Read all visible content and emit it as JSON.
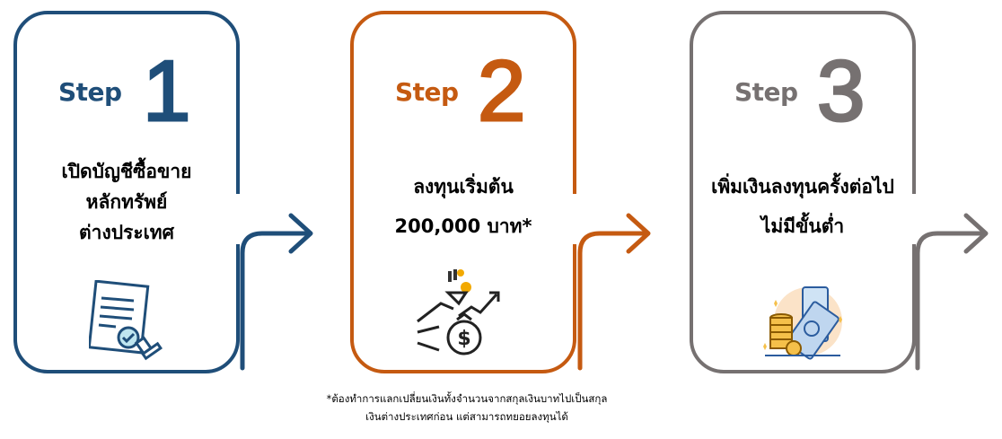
{
  "colors": {
    "step1": "#1f4e79",
    "step2": "#c55a11",
    "step3": "#767171"
  },
  "steps": [
    {
      "label": "Step",
      "number": "1",
      "lines": [
        "เปิดบัญชีซื้อขาย",
        "หลักทรัพย์",
        "ต่างประเทศ"
      ],
      "icon": "document-check-stamp-icon"
    },
    {
      "label": "Step",
      "number": "2",
      "lines": [
        "ลงทุนเริ่มต้น",
        "200,000 บาท*"
      ],
      "icon": "money-bag-growth-icon"
    },
    {
      "label": "Step",
      "number": "3",
      "lines": [
        "เพิ่มเงินลงทุนครั้งต่อไป",
        "ไม่มีขั้นต่ำ"
      ],
      "icon": "coins-banknotes-icon"
    }
  ],
  "footnote": {
    "line1": "*ต้องทำการแลกเปลี่ยนเงินทั้งจำนวนจากสกุลเงินบาทไปเป็นสกุล",
    "line2": "เงินต่างประเทศก่อน แต่สามารถทยอยลงทุนได้"
  }
}
